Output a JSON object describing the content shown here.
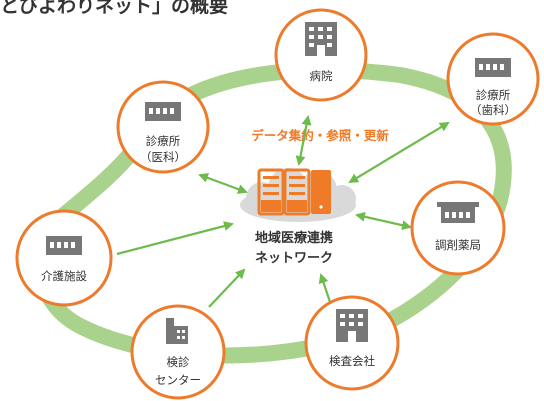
{
  "page": {
    "title": "とびよわりネット」の概要"
  },
  "center": {
    "caption": "データ集約・参照・更新",
    "label_line1": "地域医療連携",
    "label_line2": "ネットワーク"
  },
  "nodes": {
    "hospital": {
      "label": "病院",
      "icon": "hospital-building-icon"
    },
    "clinic_dental": {
      "label1": "診療所",
      "label2": "（歯科）",
      "icon": "clinic-building-icon"
    },
    "clinic_medical": {
      "label1": "診療所",
      "label2": "（医科）",
      "icon": "clinic-building-icon"
    },
    "care_facility": {
      "label": "介護施設",
      "icon": "care-building-icon"
    },
    "pharmacy": {
      "label": "調剤薬局",
      "icon": "pharmacy-building-icon"
    },
    "checkup_center": {
      "label1": "検診",
      "label2": "センター",
      "icon": "tower-building-icon"
    },
    "lab_company": {
      "label": "検査会社",
      "icon": "office-building-icon"
    }
  },
  "colors": {
    "ring": "#a9d38d",
    "arrow": "#6dbb4b",
    "node_border": "#ee7a2b",
    "accent_text": "#ef7a27",
    "server": "#ef7a27",
    "cloud": "#d9d9d9",
    "icon": "#777777"
  }
}
